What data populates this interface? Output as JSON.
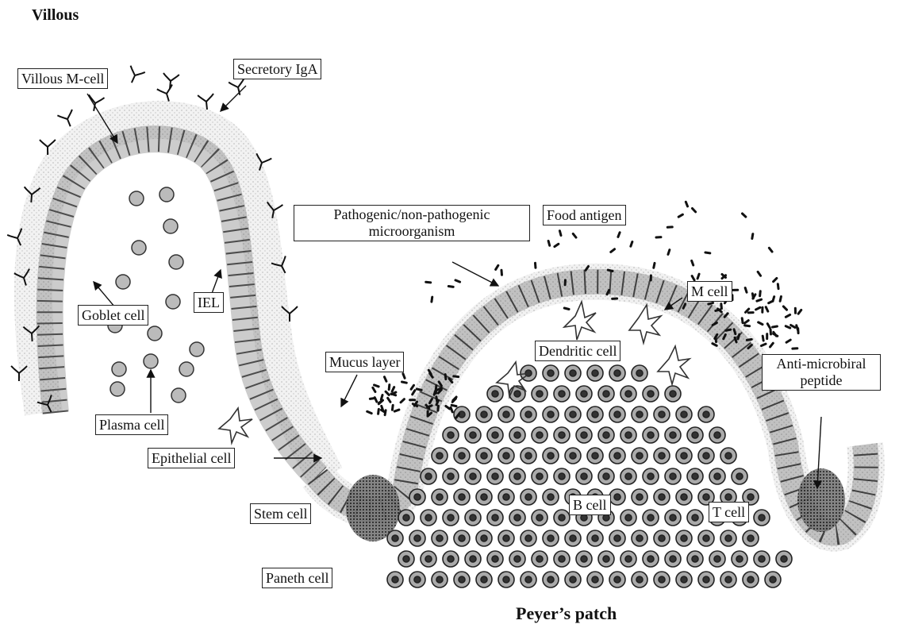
{
  "titles": {
    "villous": "Villous",
    "peyers_patch": "Peyer’s patch"
  },
  "labels": {
    "villous_m_cell": "Villous M-cell",
    "secretory_iga": "Secretory IgA",
    "pathogenic_line1": "Pathogenic/non-pathogenic",
    "pathogenic_line2": "microorganism",
    "food_antigen": "Food antigen",
    "m_cell": "M cell",
    "goblet_cell": "Goblet cell",
    "iel": "IEL",
    "dendritic_cell": "Dendritic cell",
    "mucus_layer": "Mucus layer",
    "anti_microbial_line1": "Anti-microbiral",
    "anti_microbial_line2": "peptide",
    "plasma_cell": "Plasma cell",
    "epithelial_cell": "Epithelial cell",
    "b_cell": "B cell",
    "stem_cell": "Stem cell",
    "t_cell": "T cell",
    "paneth_cell": "Paneth cell"
  }
}
